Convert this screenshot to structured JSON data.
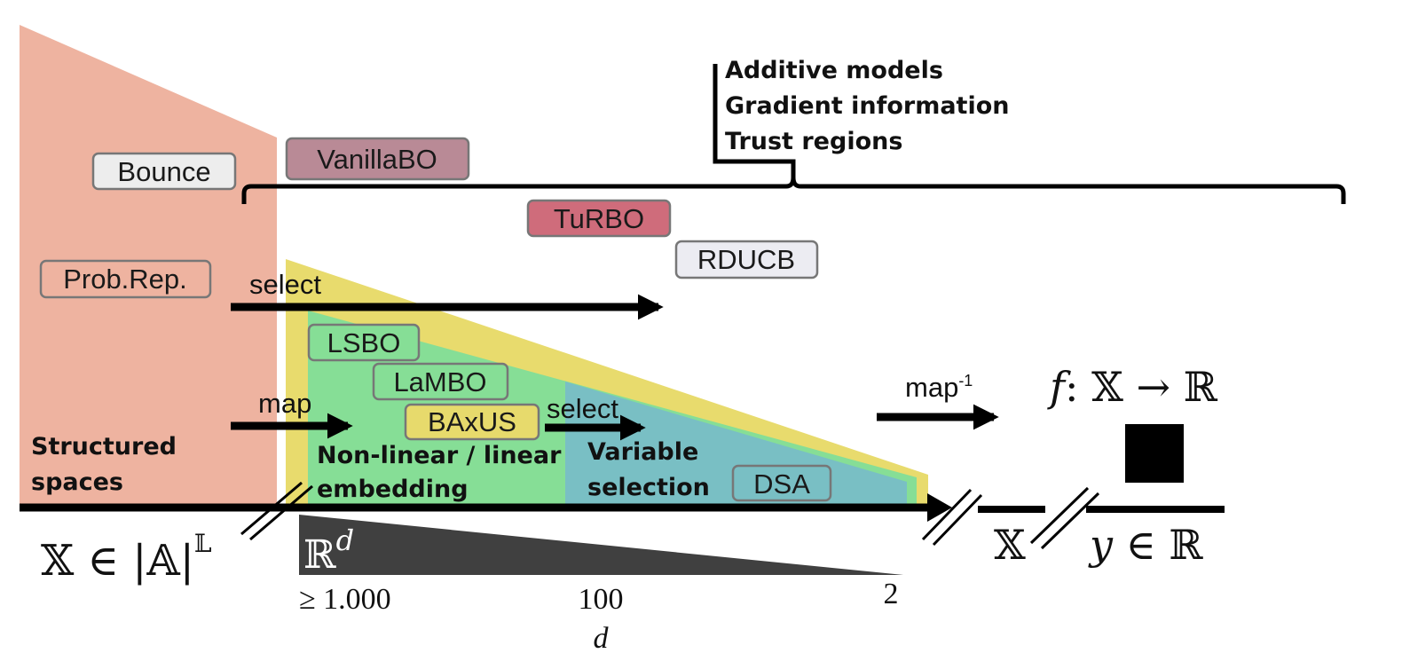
{
  "methods": {
    "bounce": "Bounce",
    "vanillabo": "VanillaBO",
    "turbo": "TuRBO",
    "rducb": "RDUCB",
    "probrep": "Prob.Rep.",
    "lsbo": "LSBO",
    "lambo": "LaMBO",
    "baxus": "BAxUS",
    "dsa": "DSA"
  },
  "colors": {
    "bounce": "#ededed",
    "vanillabo": "#b98a96",
    "turbo": "#cf6c7b",
    "rducb": "#ececf2",
    "probrep": "#eeb3a0",
    "lsbo": "#86de96",
    "lambo": "#86de96",
    "baxus": "#e7da6c",
    "dsa": "#79bfc4",
    "structured_region": "#eeb3a0",
    "selection_region": "#e8db6d",
    "embedding_region": "#86de96",
    "variable_region": "#79bfc4",
    "dimension_wedge": "#404040"
  },
  "bracket_notes": [
    "Additive models",
    "Gradient information",
    "Trust regions"
  ],
  "arrows": {
    "select_top": "select",
    "map": "map",
    "select_mid": "select",
    "map_inv": "map",
    "map_inv_sup": "-1"
  },
  "regions": {
    "structured": [
      "Structured",
      "spaces"
    ],
    "embedding": [
      "Non-linear / linear",
      "embedding"
    ],
    "variable": [
      "Variable",
      "selection"
    ]
  },
  "math": {
    "x_space": "𝕏 ∈ |𝔸|",
    "x_space_sup": "𝕃",
    "rd": "ℝ",
    "rd_sup": "d",
    "f_map": "𝑓: 𝕏 → ℝ",
    "x_small": "𝕏",
    "y_real": "𝑦 ∈ ℝ"
  },
  "axis": {
    "ticks": [
      "≥ 1.000",
      "100",
      "2"
    ],
    "label": "d"
  }
}
